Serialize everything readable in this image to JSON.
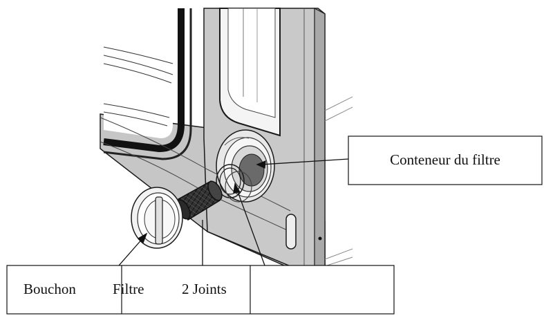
{
  "labels": {
    "container": "Conteneur du filtre",
    "cap": "Bouchon",
    "filter": "Filtre",
    "seals": "2 Joints"
  },
  "colors": {
    "panel": "#c9c9c9",
    "panel_light": "#dcdcdc",
    "panel_dark": "#a8a8a8",
    "line": "#1a1a1a"
  }
}
